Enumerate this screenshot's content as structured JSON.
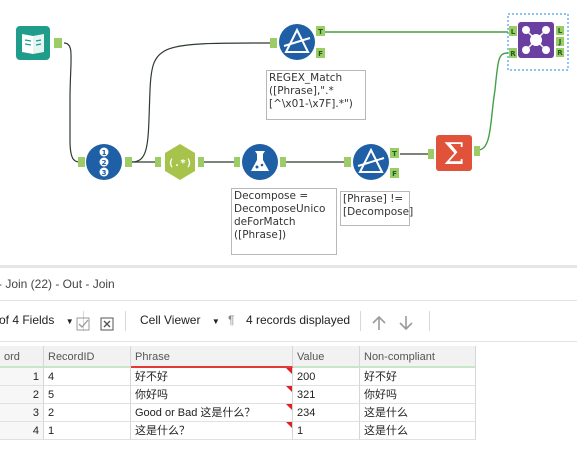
{
  "workflow": {
    "annotations": {
      "regex_match": "REGEX_Match\n([Phrase],\".*\n[^\\x01-\\x7F].*\")",
      "decompose": "Decompose =\nDecomposeUnico\ndeForMatch\n([Phrase])",
      "filter2": "[Phrase] !=\n[Decompose]"
    },
    "anchors": {
      "true": "T",
      "false": "F",
      "left": "L",
      "right": "R",
      "join": "J"
    },
    "record_id_digits": [
      "1",
      "2",
      "3"
    ],
    "regex_symbol": "(.*)",
    "summarize_symbol": "Σ"
  },
  "results": {
    "title": "- Join (22) - Out - Join",
    "fields_selector": "of 4 Fields",
    "cell_viewer": "Cell Viewer",
    "records_displayed": "4 records displayed",
    "columns": [
      "ord",
      "RecordID",
      "Phrase",
      "Value",
      "Non-compliant"
    ],
    "rows": [
      {
        "num": "1",
        "record_id": "4",
        "phrase": "好不好",
        "value": "200",
        "non_compliant": "好不好"
      },
      {
        "num": "2",
        "record_id": "5",
        "phrase": "你好吗",
        "value": "321",
        "non_compliant": "你好吗"
      },
      {
        "num": "3",
        "record_id": "2",
        "phrase": "Good or Bad  这是什么？",
        "value": "234",
        "non_compliant": "这是什么"
      },
      {
        "num": "4",
        "record_id": "1",
        "phrase": "这是什么？",
        "value": "1",
        "non_compliant": "这是什么"
      }
    ]
  },
  "colors": {
    "input_tool": "#1f9c8a",
    "recordid_tool": "#1f5fa6",
    "regex_tool": "#a8c34b",
    "formula_tool": "#1f5fa6",
    "filter_tool": "#1f5fa6",
    "summarize_tool": "#e0533a",
    "join_tool": "#6b3fa0",
    "connection": "#2f3b2f",
    "anchor": "#9ccc65",
    "selection": "#1e88e5"
  }
}
